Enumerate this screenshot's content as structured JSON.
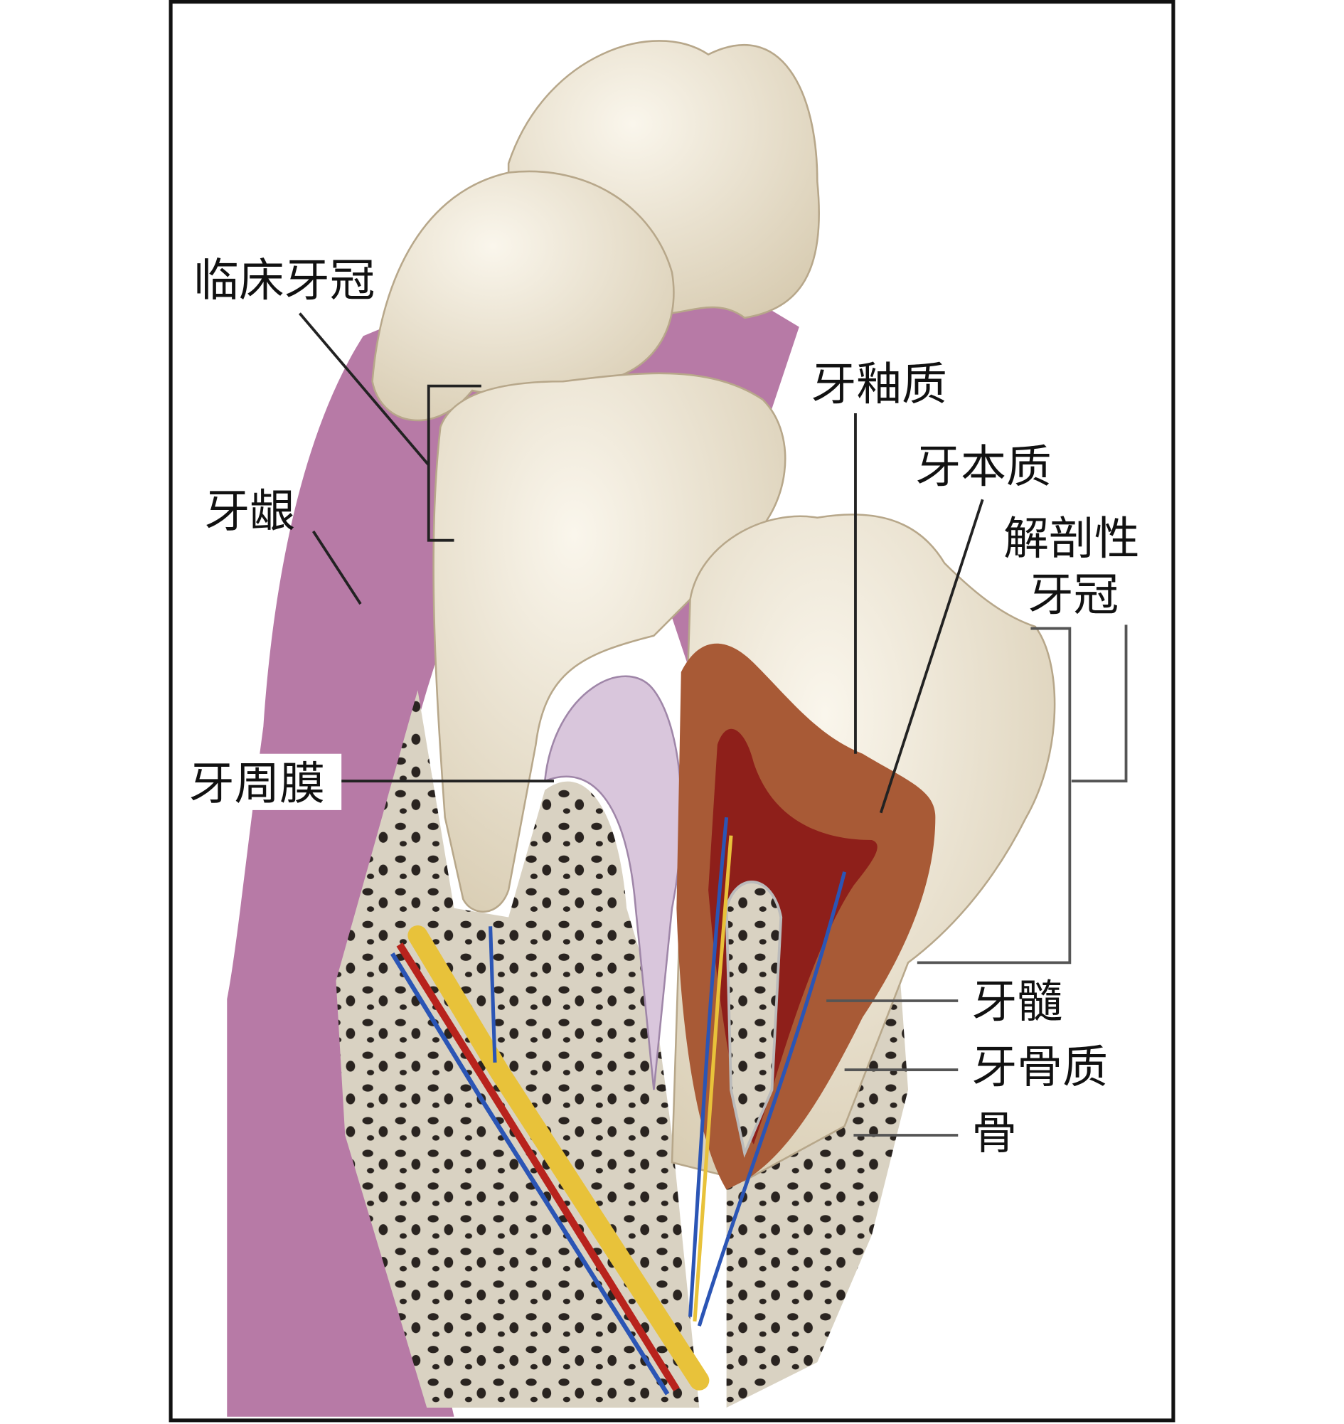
{
  "figure": {
    "labels": {
      "clinical_crown": "临床牙冠",
      "gingiva": "牙龈",
      "periodontal_ligament": "牙周膜",
      "enamel": "牙釉质",
      "dentin": "牙本质",
      "anatomical_crown_line1": "解剖性",
      "anatomical_crown_line2": "牙冠",
      "pulp": "牙髓",
      "cementum": "牙骨质",
      "bone": "骨"
    },
    "colors": {
      "gum": "#b77aa6",
      "tooth": "#ece4d2",
      "bone": "#d9d2c2",
      "dentin": "#a85a36",
      "pulp": "#8e1f1a",
      "nerve": "#e8c23a",
      "artery": "#b8231d",
      "vein": "#2b55b5"
    }
  }
}
